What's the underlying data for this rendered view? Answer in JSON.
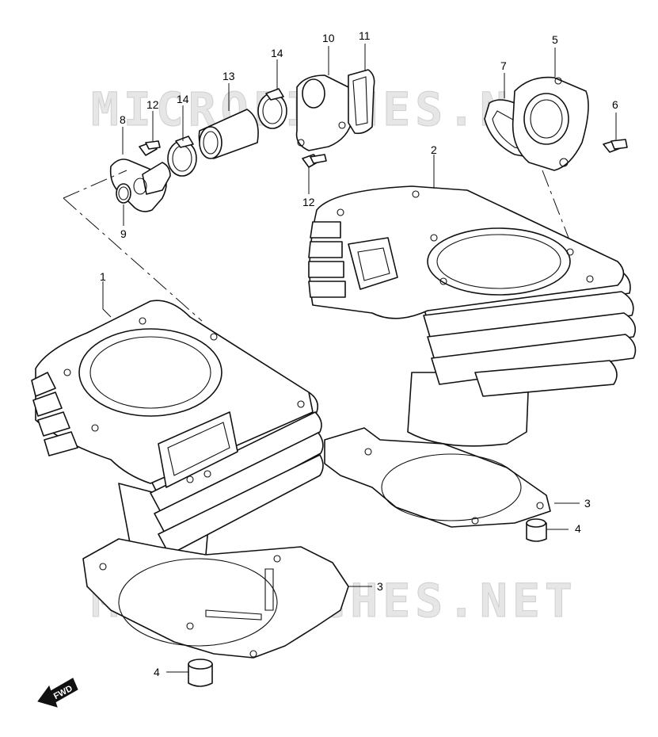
{
  "watermark": {
    "text": "MICROFICHES.NET",
    "color": "#d8d8d8"
  },
  "fwd_marker": {
    "label": "FWD"
  },
  "callouts": {
    "c1": "1",
    "c2": "2",
    "c3a": "3",
    "c3b": "3",
    "c4a": "4",
    "c4b": "4",
    "c5": "5",
    "c6": "6",
    "c7": "7",
    "c8": "8",
    "c9": "9",
    "c10": "10",
    "c11": "11",
    "c12a": "12",
    "c12b": "12",
    "c13": "13",
    "c14a": "14",
    "c14b": "14"
  },
  "colors": {
    "line": "#111111",
    "background": "#ffffff"
  }
}
